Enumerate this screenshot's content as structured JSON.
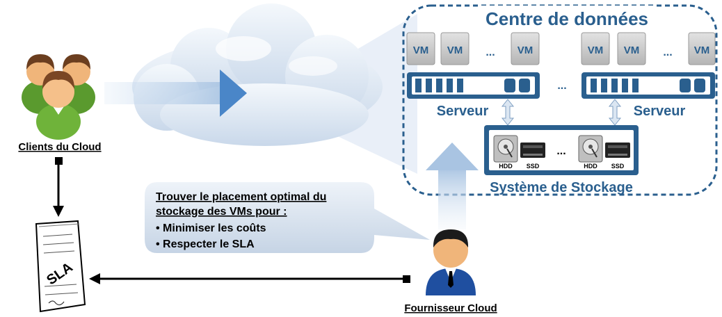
{
  "datacenter": {
    "title": "Centre de données",
    "vm_label": "VM",
    "ellipsis": "...",
    "server_label": "Serveur",
    "storage": {
      "label": "Système de Stockage",
      "hdd_label": "HDD",
      "ssd_label": "SSD"
    }
  },
  "clients": {
    "label": "Clients du Cloud"
  },
  "provider": {
    "label": "Fournisseur Cloud"
  },
  "sla": {
    "label": "SLA"
  },
  "callout": {
    "title_line1": "Trouver le placement optimal du",
    "title_line2": "stockage des VMs pour :",
    "bullet1": "• Minimiser les coûts",
    "bullet2": "• Respecter le SLA"
  },
  "colors": {
    "accent_blue": "#2a5f8e",
    "cloud_fill": "#dbe6f2",
    "vm_gray": "#c7c7c7",
    "person_skin": "#f0b57a",
    "client_shirt": "#6fb33a"
  }
}
